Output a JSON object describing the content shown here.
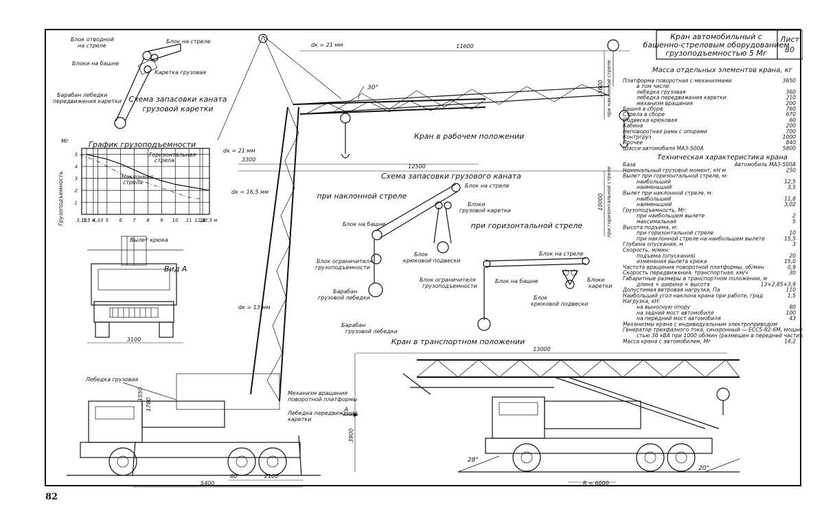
{
  "title_block": {
    "title_l1": "Кран автомобильный с",
    "title_l2": "башенно-стреловым оборудованием",
    "title_l3": "грузоподъемностью 5 Мг",
    "sheet_label": "Лист",
    "sheet_no": "80"
  },
  "page_number": "82",
  "views": {
    "working": "Кран в рабочем положении",
    "transport": "Кран в транспортном положении",
    "view_a": "Вид А",
    "arrow_a": "А"
  },
  "carriage_scheme": {
    "title_l1": "Схема запасовки каната",
    "title_l2": "грузовой каретки",
    "labels": [
      "Блок отводной",
      "на стреле",
      "Блок на стреле",
      "Блоки на башне",
      "Каретка грузовая",
      "Барабан лебедки",
      "передвижения каретки"
    ]
  },
  "cargo_scheme": {
    "title": "Схема запасовки грузового каната",
    "inclined": "при наклонной стреле",
    "horizontal": "при горизонтальной стреле",
    "labels_inclined": [
      "Блок на стреле",
      "Блоки",
      "грузовой каретки",
      "Блок на башне",
      "Блок",
      "крюковой подвески",
      "Блок ограничителя",
      "грузоподъемности",
      "Барабан",
      "грузовой лебедки"
    ],
    "labels_horizontal": [
      "Блок на стреле",
      "Блок ограничителя",
      "грузоподъемности",
      "Блок на башне",
      "Блоки",
      "каретки",
      "Блок",
      "крюковой подвески",
      "Барабан",
      "грузовой лебедки"
    ]
  },
  "chart_data": {
    "type": "line",
    "title": "График грузоподъемности",
    "ylabel": "Грузоподъемность",
    "y_unit": "Мг",
    "xlabel": "Вылет крюка",
    "x_ticks": [
      "3,15",
      "3,5",
      "4",
      "4,33",
      "5",
      "6",
      "7",
      "8",
      "9",
      "10",
      "11",
      "11,8",
      "12",
      "12,5 м"
    ],
    "y_ticks": [
      "1",
      "2",
      "3",
      "4",
      "5"
    ],
    "ylim": [
      0,
      5.5
    ],
    "grid": true,
    "series": [
      {
        "name": "Горизонтальная стрела",
        "x": [
          3.5,
          5,
          6,
          7,
          8,
          9,
          10,
          11,
          12,
          12.5
        ],
        "y": [
          5,
          4.6,
          4.2,
          3.7,
          3.2,
          2.8,
          2.5,
          2.3,
          2.1,
          2
        ]
      },
      {
        "name": "Наклонная стрела",
        "x": [
          3,
          4.33,
          5,
          6,
          7,
          8,
          9,
          10,
          11,
          11.8
        ],
        "y": [
          5,
          4.4,
          4,
          3.4,
          3,
          2.6,
          2.2,
          1.8,
          1.4,
          1.3
        ]
      }
    ]
  },
  "dimensions": {
    "d1": "11600",
    "d2": "3300",
    "d3": "12500",
    "d4": "15600",
    "d4_note": "при наклонной стреле",
    "d5": "10000",
    "d5_note": "при горизонтальной стреле",
    "d6": "13000",
    "d7": "3900",
    "d8": "5400",
    "d9": "60",
    "d10": "2100",
    "d11": "3100",
    "d12": "1550",
    "d13": "1780",
    "angle1": "30°",
    "angle2": "28°",
    "angle3": "20°",
    "radius": "R = 6000",
    "rope1": "dк = 21 мм",
    "rope2": "dк = 21 мм",
    "rope3": "dк = 16,5 мм",
    "rope4": "dк = 13 мм"
  },
  "working_labels": [
    "Лебедка грузовая",
    "Механизм вращения",
    "поворотной платформы",
    "Лебедка передвижения",
    "каретки"
  ],
  "masses": {
    "heading": "Масса отдельных элементов крана, кг",
    "rows": [
      {
        "name": "Платформа поворотная с механизмами",
        "value": "3650"
      },
      {
        "name": "в том числе:",
        "value": ""
      },
      {
        "name": "лебедка грузовая",
        "value": "360"
      },
      {
        "name": "лебедка передвижения каретки",
        "value": "210"
      },
      {
        "name": "механизм вращения",
        "value": "200"
      },
      {
        "name": "Башня в сборе",
        "value": "760"
      },
      {
        "name": "Стрела в сборе",
        "value": "670"
      },
      {
        "name": "Подвеска крюковая",
        "value": "60"
      },
      {
        "name": "Кабина",
        "value": "200"
      },
      {
        "name": "Неповоротная рама с опорами",
        "value": "700"
      },
      {
        "name": "Контргруз",
        "value": "1000"
      },
      {
        "name": "Прочее",
        "value": "840"
      },
      {
        "name": "Шасси автомобиля МАЗ-500А",
        "value": "5800"
      }
    ]
  },
  "specs": {
    "heading": "Техническая характеристика крана",
    "rows": [
      {
        "name": "База",
        "value": "Автомобиль МАЗ-500А"
      },
      {
        "name": "Номинальный грузовой момент, кН·м",
        "value": "250"
      },
      {
        "name": "Вылет при горизонтальной стреле, м:",
        "value": ""
      },
      {
        "name": "наибольший",
        "value": "12,5"
      },
      {
        "name": "наименьший",
        "value": "3,5"
      },
      {
        "name": "Вылет при наклонной стреле, м:",
        "value": ""
      },
      {
        "name": "наибольший",
        "value": "11,8"
      },
      {
        "name": "наименьший",
        "value": "3,02"
      },
      {
        "name": "Грузоподъемность, Мг:",
        "value": ""
      },
      {
        "name": "при наибольшем вылете",
        "value": "2"
      },
      {
        "name": "максимальная",
        "value": "5"
      },
      {
        "name": "Высота подъема, м:",
        "value": ""
      },
      {
        "name": "при горизонтальной стреле",
        "value": "10"
      },
      {
        "name": "при наклонной стреле на наибольшем вылете",
        "value": "15,5"
      },
      {
        "name": "Глубина опускания, м",
        "value": "3"
      },
      {
        "name": "Скорость, м/мин:",
        "value": ""
      },
      {
        "name": "подъема (опускания)",
        "value": "20"
      },
      {
        "name": "изменения вылета крюка",
        "value": "15,0"
      },
      {
        "name": "Частота вращения поворотной платформы, об/мин",
        "value": "0,9"
      },
      {
        "name": "Скорость передвижения, транспортная, км/ч",
        "value": "30"
      },
      {
        "name": "Габаритные размеры в транспортном положении, м",
        "value": ""
      },
      {
        "name": "длина × ширина × высота",
        "value": "13×2,85×3,9"
      },
      {
        "name": "Допустимая ветровая нагрузка, Па",
        "value": "110"
      },
      {
        "name": "Наибольший угол наклона крана при работе, град",
        "value": "1,5"
      },
      {
        "name": "Нагрузка, кН:",
        "value": ""
      },
      {
        "name": "на выносную опору",
        "value": "80"
      },
      {
        "name": "на задний мост автомобиля",
        "value": "100"
      },
      {
        "name": "на передний мост автомобиля",
        "value": "43"
      },
      {
        "name": "Механизмы крана с индивидуальным электроприводом",
        "value": ""
      },
      {
        "name": "Генератор трехфазного тока, синхронный — ЕСС5-82-6М, мощно-",
        "value": ""
      },
      {
        "name": "стью 30 кВА при 1000 об/мин (размещен в передней части опорной рамы)",
        "value": ""
      },
      {
        "name": "Масса крана с автомобилем, Мг",
        "value": "14,2"
      }
    ]
  }
}
